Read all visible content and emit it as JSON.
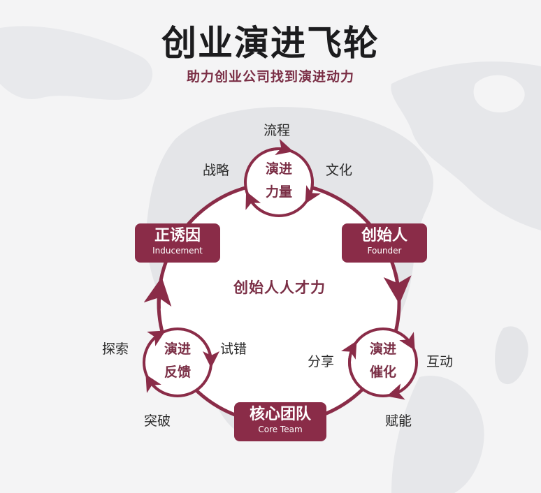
{
  "title": "创业演进飞轮",
  "subtitle": "助力创业公司找到演进动力",
  "center_label": "创始人人才力",
  "colors": {
    "accent": "#8a2c48",
    "accent_text": "#7a2e45",
    "background": "#f4f4f5"
  },
  "nodes": {
    "evolution_power": {
      "line1": "演进",
      "line2": "力量"
    },
    "evolution_catalysis": {
      "line1": "演进",
      "line2": "催化"
    },
    "evolution_feedback": {
      "line1": "演进",
      "line2": "反馈"
    }
  },
  "badges": {
    "founder": {
      "zh": "创始人",
      "en": "Founder"
    },
    "core_team": {
      "zh": "核心团队",
      "en": "Core Team"
    },
    "inducement": {
      "zh": "正诱因",
      "en": "Inducement"
    }
  },
  "side_labels": {
    "process": "流程",
    "strategy": "战略",
    "culture": "文化",
    "share": "分享",
    "interact": "互动",
    "empower": "赋能",
    "explore": "探索",
    "trial": "试错",
    "breakthrough": "突破"
  }
}
